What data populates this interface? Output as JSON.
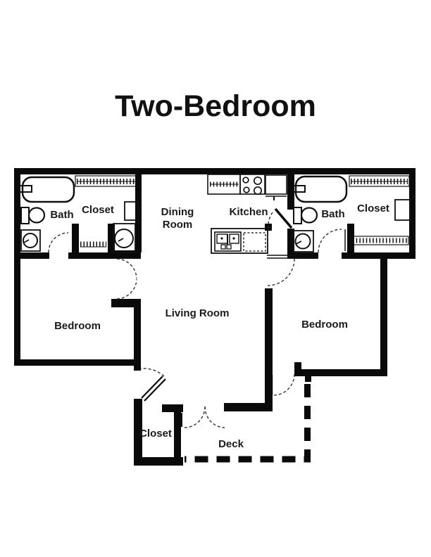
{
  "title": "Two-Bedroom",
  "colors": {
    "wall": "#0a0a0a",
    "background": "#ffffff",
    "text": "#1a1a1a"
  },
  "rooms": [
    {
      "id": "bath-left",
      "label": "Bath"
    },
    {
      "id": "closet-left",
      "label": "Closet"
    },
    {
      "id": "dining-room",
      "label": "Dining Room",
      "line1": "Dining",
      "line2": "Room"
    },
    {
      "id": "kitchen",
      "label": "Kitchen"
    },
    {
      "id": "bath-right",
      "label": "Bath"
    },
    {
      "id": "closet-right",
      "label": "Closet"
    },
    {
      "id": "bedroom-left",
      "label": "Bedroom"
    },
    {
      "id": "living-room",
      "label": "Living Room"
    },
    {
      "id": "bedroom-right",
      "label": "Bedroom"
    },
    {
      "id": "closet-entry",
      "label": "Closet"
    },
    {
      "id": "deck",
      "label": "Deck"
    }
  ],
  "fixtures": [
    "bathtub-left-icon",
    "toilet-left-icon",
    "sink-left-icon",
    "closet-rod-left-icon",
    "shelf-left-icon",
    "linen-niche-icon",
    "water-heater-icon",
    "kitchen-counter-icon",
    "stove-icon",
    "refrigerator-icon",
    "kitchen-sink-icon",
    "dishwasher-icon",
    "bathtub-right-icon",
    "toilet-right-icon",
    "sink-right-icon",
    "closet-rod-right-top-icon",
    "closet-rod-right-bottom-icon",
    "shelf-right-icon"
  ]
}
